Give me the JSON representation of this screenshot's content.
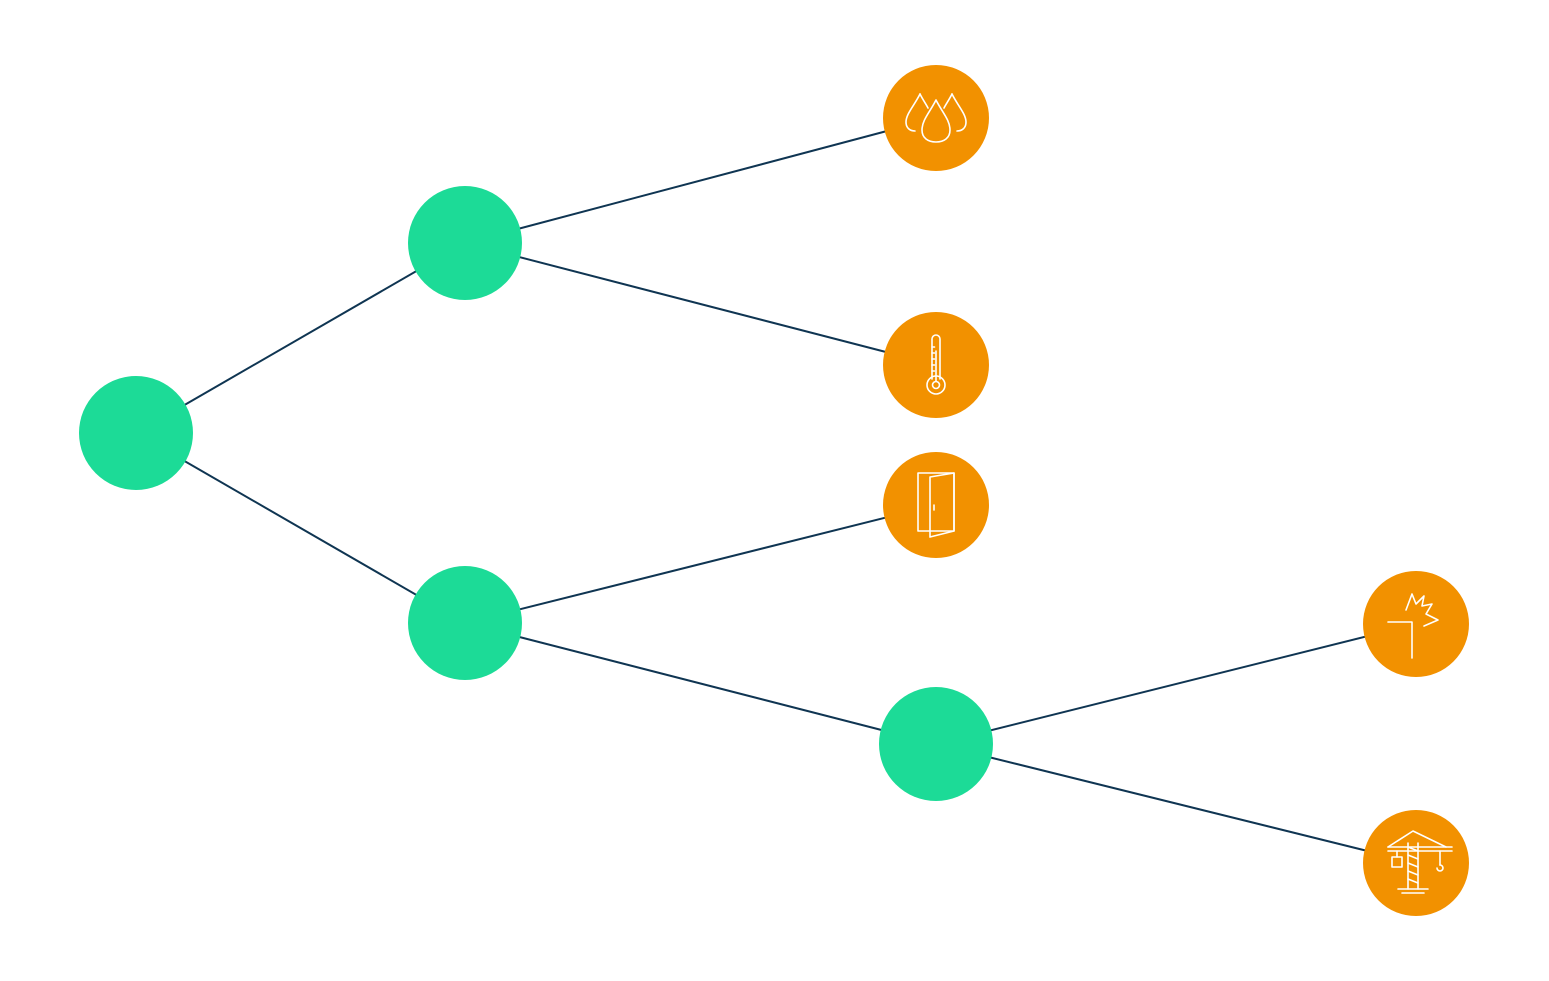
{
  "colors": {
    "background": "#ffffff",
    "edge": "#0f3552",
    "branch_node": "#1cdb97",
    "leaf_node": "#f29100",
    "icon": "#ffffff"
  },
  "tree": {
    "nodes": [
      {
        "id": "root",
        "kind": "branch"
      },
      {
        "id": "branch-upper",
        "kind": "branch"
      },
      {
        "id": "branch-lower",
        "kind": "branch"
      },
      {
        "id": "branch-lower-right",
        "kind": "branch"
      },
      {
        "id": "leaf-water",
        "kind": "leaf",
        "icon": "water-drops-icon"
      },
      {
        "id": "leaf-temperature",
        "kind": "leaf",
        "icon": "thermometer-icon"
      },
      {
        "id": "leaf-door",
        "kind": "leaf",
        "icon": "open-door-icon"
      },
      {
        "id": "leaf-impact",
        "kind": "leaf",
        "icon": "crack-impact-icon"
      },
      {
        "id": "leaf-construction",
        "kind": "leaf",
        "icon": "tower-crane-icon"
      }
    ],
    "edges": [
      {
        "from": "root",
        "to": "branch-upper"
      },
      {
        "from": "root",
        "to": "branch-lower"
      },
      {
        "from": "branch-upper",
        "to": "leaf-water"
      },
      {
        "from": "branch-upper",
        "to": "leaf-temperature"
      },
      {
        "from": "branch-lower",
        "to": "leaf-door"
      },
      {
        "from": "branch-lower",
        "to": "branch-lower-right"
      },
      {
        "from": "branch-lower-right",
        "to": "leaf-impact"
      },
      {
        "from": "branch-lower-right",
        "to": "leaf-construction"
      }
    ]
  }
}
